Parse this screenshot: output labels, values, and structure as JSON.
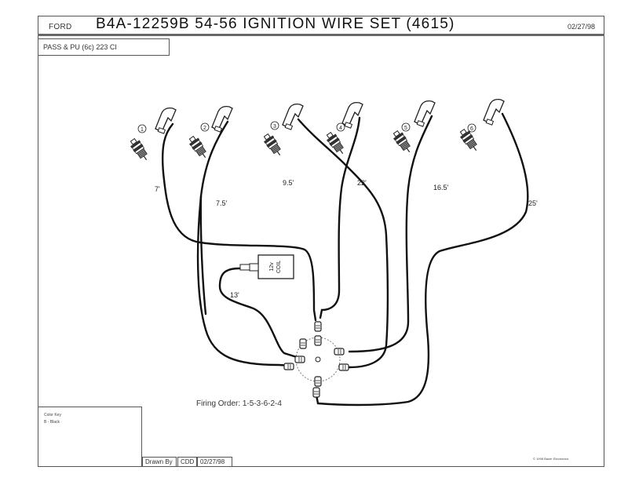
{
  "header": {
    "brand": "FORD",
    "title": "B4A-12259B  54-56 IGNITION WIRE SET (4615)",
    "date": "02/27/98"
  },
  "subtitle": "PASS & PU (6c) 223 CI",
  "diagram": {
    "plugs": [
      "1",
      "2",
      "3",
      "4",
      "5",
      "6"
    ],
    "wire_lengths": [
      "7'",
      "7.5'",
      "9.5'",
      "22'",
      "16.5'",
      "25'"
    ],
    "coil_label_1": "12v",
    "coil_label_2": "COIL",
    "coil_wire_length": "13'",
    "firing_order": "Firing Order: 1-5-3-6-2-4"
  },
  "legend": {
    "title": "Color Key",
    "value": "B - Black"
  },
  "titleblock": {
    "drawn_by_label": "Drawn By",
    "drawn_by": "CDD",
    "drawn_date": "02/27/98"
  },
  "copyright": "© 1998 Bauer Electronics"
}
